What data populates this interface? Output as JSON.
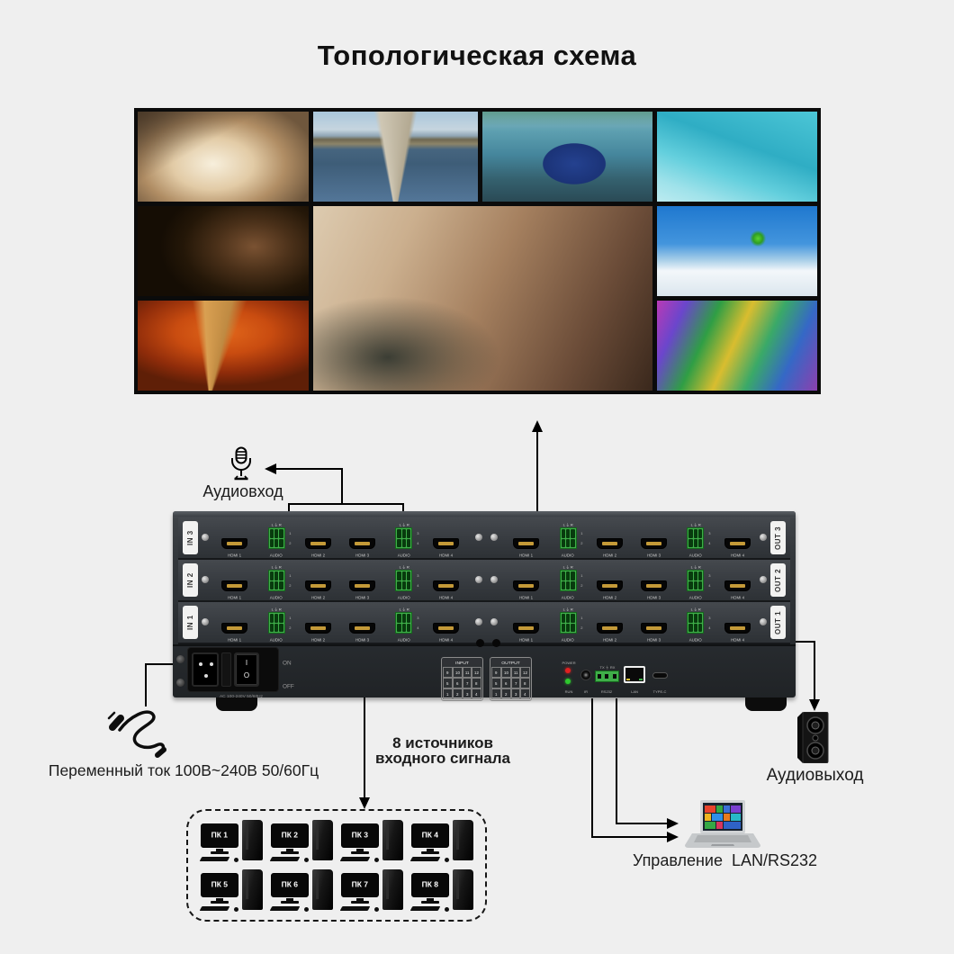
{
  "title": "Топологическая схема",
  "annotations": {
    "audio_in": "Аудиовход",
    "audio_out": "Аудиовыход",
    "ac_power": "Переменный ток 100В~240В 50/60Гц",
    "sources_line1": "8 источников",
    "sources_line2": "входного сигнала",
    "control": "Управление  LAN/RS232"
  },
  "colors": {
    "background": "#efefef",
    "line": "#000000",
    "device_body": "#2c3034",
    "terminal_green": "#3fae49",
    "led_red": "#e02020",
    "led_green": "#2ec82e",
    "label_white": "#f2f2f1"
  },
  "video_wall": {
    "tiles": [
      {
        "name": "husky-dog",
        "area": "1 / 1 / 2 / 2",
        "bg": "linear-gradient(150deg, rgba(70,54,38,0.9) 0%, rgba(70,54,38,0) 38%), radial-gradient(ellipse 62% 75% at 44% 58%, #f7efdc 0%, #e2cba6 38%, #b08d64 68%, #6f573d 100%)"
      },
      {
        "name": "lake-pier",
        "area": "1 / 2 / 2 / 3",
        "bg": "conic-gradient(from 180deg at 50% 115%, rgba(0,0,0,0) 168deg, #cfc7b4 171deg, #b3a992 189deg, rgba(0,0,0,0) 192deg), linear-gradient(180deg, #a9c6db 0%, #c6d5df 20%, #8fa5b5 27%, #6f6851 31%, #8c8469 36%, #46657f 42%, #3e5d78 58%, #537698 100%)"
      },
      {
        "name": "blue-race-car",
        "area": "1 / 3 / 2 / 4",
        "bg": "radial-gradient(ellipse 26% 32% at 54% 58%, #24418f 0%, #1b3377 70%, rgba(27,51,119,0) 72%), linear-gradient(180deg, rgba(58,130,96,0.55) 0%, rgba(58,130,96,0) 16%), linear-gradient(180deg, #8cbac6 0%, #5d9fb0 22%, #45869c 48%, #35616f 75%, #2a4a55 100%)"
      },
      {
        "name": "pool-sunbather",
        "area": "1 / 4 / 2 / 5",
        "bg": "linear-gradient(200deg, #4cc6d6 0%, #2fadc4 40%, #63cfdd 65%, #9fe2ea 85%, #bcebf0 100%)"
      },
      {
        "name": "bar-woman",
        "area": "2 / 1 / 3 / 2",
        "bg": "radial-gradient(ellipse 55% 70% at 68% 45%, #7a5232 0%, #4a3019 40%, #241708 75%, #150d04 100%)"
      },
      {
        "name": "portrait-woman",
        "area": "2 / 2 / 4 / 4",
        "bg": "radial-gradient(ellipse 55% 55% at 22% 82%, rgba(52,56,48,0.95) 0%, rgba(52,56,48,0) 60%), linear-gradient(115deg, #ddcbb0 0%, #cbaf8e 25%, #a5805f 50%, #6b4c38 78%, #3a281c 100%)"
      },
      {
        "name": "skier",
        "area": "2 / 4 / 3 / 5",
        "bg": "radial-gradient(circle 9px at 63% 36%, #5ad42f 0%, #2f9e22 60%, rgba(47,158,34,0) 100%), linear-gradient(180deg, #1f78cf 0%, #4395dd 42%, #a8cfe8 60%, #f3f7fa 72%, #dbe6ee 100%)"
      },
      {
        "name": "autumn-forest",
        "area": "3 / 1 / 4 / 2",
        "bg": "conic-gradient(from 185deg at 42% 110%, rgba(0,0,0,0) 165deg, #d9a052 172deg, #bf8a42 188deg, rgba(0,0,0,0) 196deg), radial-gradient(ellipse 70% 60% at 50% 35%, #e2671b 0%, #c94c10 40%, #8f2c0a 75%, #5f1f07 100%)"
      },
      {
        "name": "holi-festival",
        "area": "3 / 4 / 4 / 5",
        "bg": "linear-gradient(115deg, #b93ab5 0%, #6b46cc 15%, #2f9e45 32%, #d9bd2f 48%, #3aa968 64%, #3568c6 80%, #8c40ae 100%)"
      }
    ]
  },
  "device": {
    "rows": [
      {
        "in_label": "IN 3",
        "out_label": "OUT 3"
      },
      {
        "in_label": "IN 2",
        "out_label": "OUT 2"
      },
      {
        "in_label": "IN 1",
        "out_label": "OUT 1"
      }
    ],
    "card_ports": [
      {
        "type": "hdmi",
        "label": "HDMI 1"
      },
      {
        "type": "audio",
        "label": "AUDIO",
        "header": "L ⏚ R",
        "nums": [
          "1",
          "2"
        ]
      },
      {
        "type": "hdmi",
        "label": "HDMI 2"
      },
      {
        "type": "hdmi",
        "label": "HDMI 3"
      },
      {
        "type": "audio",
        "label": "AUDIO",
        "header": "L ⏚ R",
        "nums": [
          "3",
          "4"
        ]
      },
      {
        "type": "hdmi",
        "label": "HDMI 4"
      }
    ],
    "power": {
      "on": "ON",
      "off": "OFF",
      "switch_top": "I",
      "switch_bottom": "O",
      "rating": "AC 100-240V 50/60Hz"
    },
    "io_panel": {
      "grids": [
        {
          "title": "INPUT",
          "rows": [
            [
              "9",
              "10",
              "11",
              "12"
            ],
            [
              "5",
              "6",
              "7",
              "8"
            ],
            [
              "1",
              "2",
              "3",
              "4"
            ]
          ]
        },
        {
          "title": "OUTPUT",
          "rows": [
            [
              "9",
              "10",
              "11",
              "12"
            ],
            [
              "5",
              "6",
              "7",
              "8"
            ],
            [
              "1",
              "2",
              "3",
              "4"
            ]
          ]
        }
      ]
    },
    "control": {
      "power_label": "POWER",
      "run_label": "RUN",
      "ir_label": "IR",
      "rs232_pins": "TX ⏚ RX",
      "rs232_label": "RS232",
      "lan_label": "LAN",
      "typec_label": "TYPE-C"
    }
  },
  "pcs": [
    "ПК 1",
    "ПК 2",
    "ПК 3",
    "ПК 4",
    "ПК 5",
    "ПК 6",
    "ПК 7",
    "ПК 8"
  ]
}
